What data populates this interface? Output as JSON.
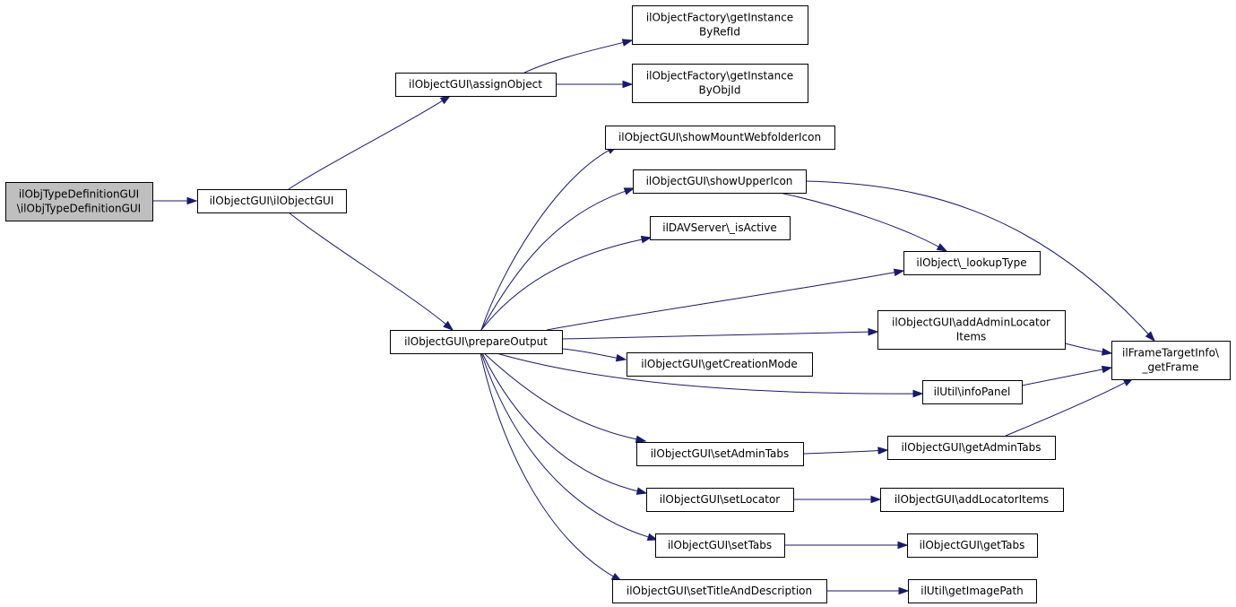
{
  "diagram": {
    "type": "call-graph",
    "edge_color": "#191970",
    "root_fill": "#bfbfbf",
    "nodes": [
      {
        "id": "objtype",
        "lines": [
          "ilObjTypeDefinitionGUI",
          "\\ilObjTypeDefinitionGUI"
        ],
        "root": true
      },
      {
        "id": "ctor",
        "lines": [
          "ilObjectGUI\\ilObjectGUI"
        ]
      },
      {
        "id": "assign",
        "lines": [
          "ilObjectGUI\\assignObject"
        ]
      },
      {
        "id": "byref",
        "lines": [
          "ilObjectFactory\\getInstance",
          "ByRefId"
        ]
      },
      {
        "id": "byobj",
        "lines": [
          "ilObjectFactory\\getInstance",
          "ByObjId"
        ]
      },
      {
        "id": "prepare",
        "lines": [
          "ilObjectGUI\\prepareOutput"
        ]
      },
      {
        "id": "mount",
        "lines": [
          "ilObjectGUI\\showMountWebfolderIcon"
        ]
      },
      {
        "id": "upper",
        "lines": [
          "ilObjectGUI\\showUpperIcon"
        ]
      },
      {
        "id": "dav",
        "lines": [
          "ilDAVServer\\_isActive"
        ]
      },
      {
        "id": "lookup",
        "lines": [
          "ilObject\\_lookupType"
        ]
      },
      {
        "id": "addadmin",
        "lines": [
          "ilObjectGUI\\addAdminLocator",
          "Items"
        ]
      },
      {
        "id": "frame",
        "lines": [
          "ilFrameTargetInfo\\",
          "_getFrame"
        ]
      },
      {
        "id": "creation",
        "lines": [
          "ilObjectGUI\\getCreationMode"
        ]
      },
      {
        "id": "info",
        "lines": [
          "ilUtil\\infoPanel"
        ]
      },
      {
        "id": "setadmintabs",
        "lines": [
          "ilObjectGUI\\setAdminTabs"
        ]
      },
      {
        "id": "getadmintabs",
        "lines": [
          "ilObjectGUI\\getAdminTabs"
        ]
      },
      {
        "id": "setlocator",
        "lines": [
          "ilObjectGUI\\setLocator"
        ]
      },
      {
        "id": "addlocator",
        "lines": [
          "ilObjectGUI\\addLocatorItems"
        ]
      },
      {
        "id": "settabs",
        "lines": [
          "ilObjectGUI\\setTabs"
        ]
      },
      {
        "id": "gettabs",
        "lines": [
          "ilObjectGUI\\getTabs"
        ]
      },
      {
        "id": "settitle",
        "lines": [
          "ilObjectGUI\\setTitleAndDescription"
        ]
      },
      {
        "id": "imagepath",
        "lines": [
          "ilUtil\\getImagePath"
        ]
      }
    ],
    "edges": [
      {
        "from": "objtype",
        "to": "ctor"
      },
      {
        "from": "ctor",
        "to": "assign"
      },
      {
        "from": "ctor",
        "to": "prepare"
      },
      {
        "from": "assign",
        "to": "byref"
      },
      {
        "from": "assign",
        "to": "byobj"
      },
      {
        "from": "prepare",
        "to": "mount"
      },
      {
        "from": "prepare",
        "to": "upper"
      },
      {
        "from": "prepare",
        "to": "dav"
      },
      {
        "from": "prepare",
        "to": "lookup"
      },
      {
        "from": "prepare",
        "to": "addadmin"
      },
      {
        "from": "prepare",
        "to": "creation"
      },
      {
        "from": "prepare",
        "to": "info"
      },
      {
        "from": "prepare",
        "to": "setadmintabs"
      },
      {
        "from": "prepare",
        "to": "setlocator"
      },
      {
        "from": "prepare",
        "to": "settabs"
      },
      {
        "from": "prepare",
        "to": "settitle"
      },
      {
        "from": "upper",
        "to": "lookup"
      },
      {
        "from": "upper",
        "to": "frame"
      },
      {
        "from": "addadmin",
        "to": "frame"
      },
      {
        "from": "info",
        "to": "frame"
      },
      {
        "from": "setadmintabs",
        "to": "getadmintabs"
      },
      {
        "from": "getadmintabs",
        "to": "frame"
      },
      {
        "from": "setlocator",
        "to": "addlocator"
      },
      {
        "from": "settabs",
        "to": "gettabs"
      },
      {
        "from": "settitle",
        "to": "imagepath"
      }
    ]
  }
}
